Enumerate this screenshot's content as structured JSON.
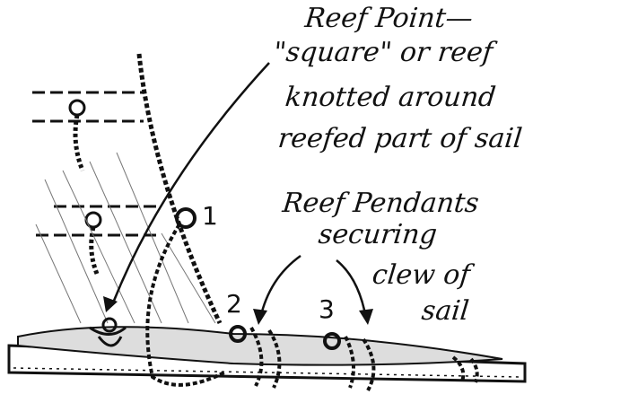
{
  "labels": {
    "reef_point": [
      "Reef Point—",
      "\"square\" or reef",
      "knotted around",
      "reefed part of sail"
    ],
    "reef_pendants": [
      "Reef Pendants",
      "securing",
      "clew of",
      "sail"
    ]
  },
  "numbers": [
    "1",
    "2",
    "3"
  ]
}
